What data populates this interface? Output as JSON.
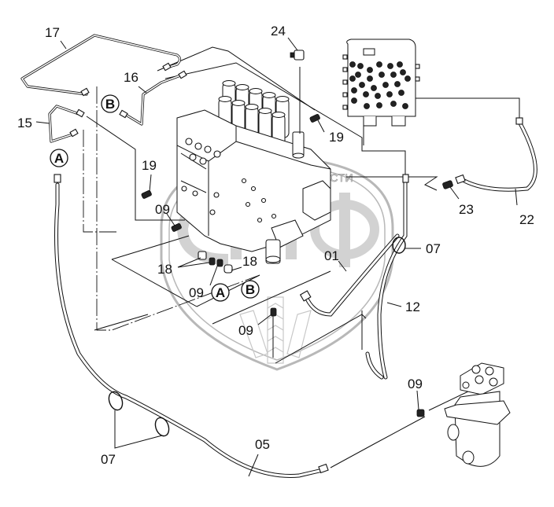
{
  "diagram": {
    "title": "Pilot hydraulic lines – control valve, pilot valve block, swing motor",
    "watermark": {
      "logo_text": "СПФ",
      "caption": "ТЕХНИКА И ЗАПЧАСТИ"
    },
    "callouts": [
      {
        "id": "c17",
        "label": "17"
      },
      {
        "id": "c16",
        "label": "16"
      },
      {
        "id": "c15",
        "label": "15"
      },
      {
        "id": "c24",
        "label": "24"
      },
      {
        "id": "c19a",
        "label": "19"
      },
      {
        "id": "c19b",
        "label": "19"
      },
      {
        "id": "c09a",
        "label": "09"
      },
      {
        "id": "c18a",
        "label": "18"
      },
      {
        "id": "c18b",
        "label": "18"
      },
      {
        "id": "c09b",
        "label": "09"
      },
      {
        "id": "c09c",
        "label": "09"
      },
      {
        "id": "c09d",
        "label": "09"
      },
      {
        "id": "c01",
        "label": "01"
      },
      {
        "id": "c07a",
        "label": "07"
      },
      {
        "id": "c07b",
        "label": "07"
      },
      {
        "id": "c12",
        "label": "12"
      },
      {
        "id": "c23",
        "label": "23"
      },
      {
        "id": "c22",
        "label": "22"
      },
      {
        "id": "c05",
        "label": "05"
      }
    ],
    "connectors": [
      {
        "id": "A1",
        "label": "A"
      },
      {
        "id": "A2",
        "label": "A"
      },
      {
        "id": "B1",
        "label": "B"
      },
      {
        "id": "B2",
        "label": "B"
      }
    ],
    "components": [
      "control-valve",
      "pilot-valve-block",
      "swing-motor"
    ]
  }
}
